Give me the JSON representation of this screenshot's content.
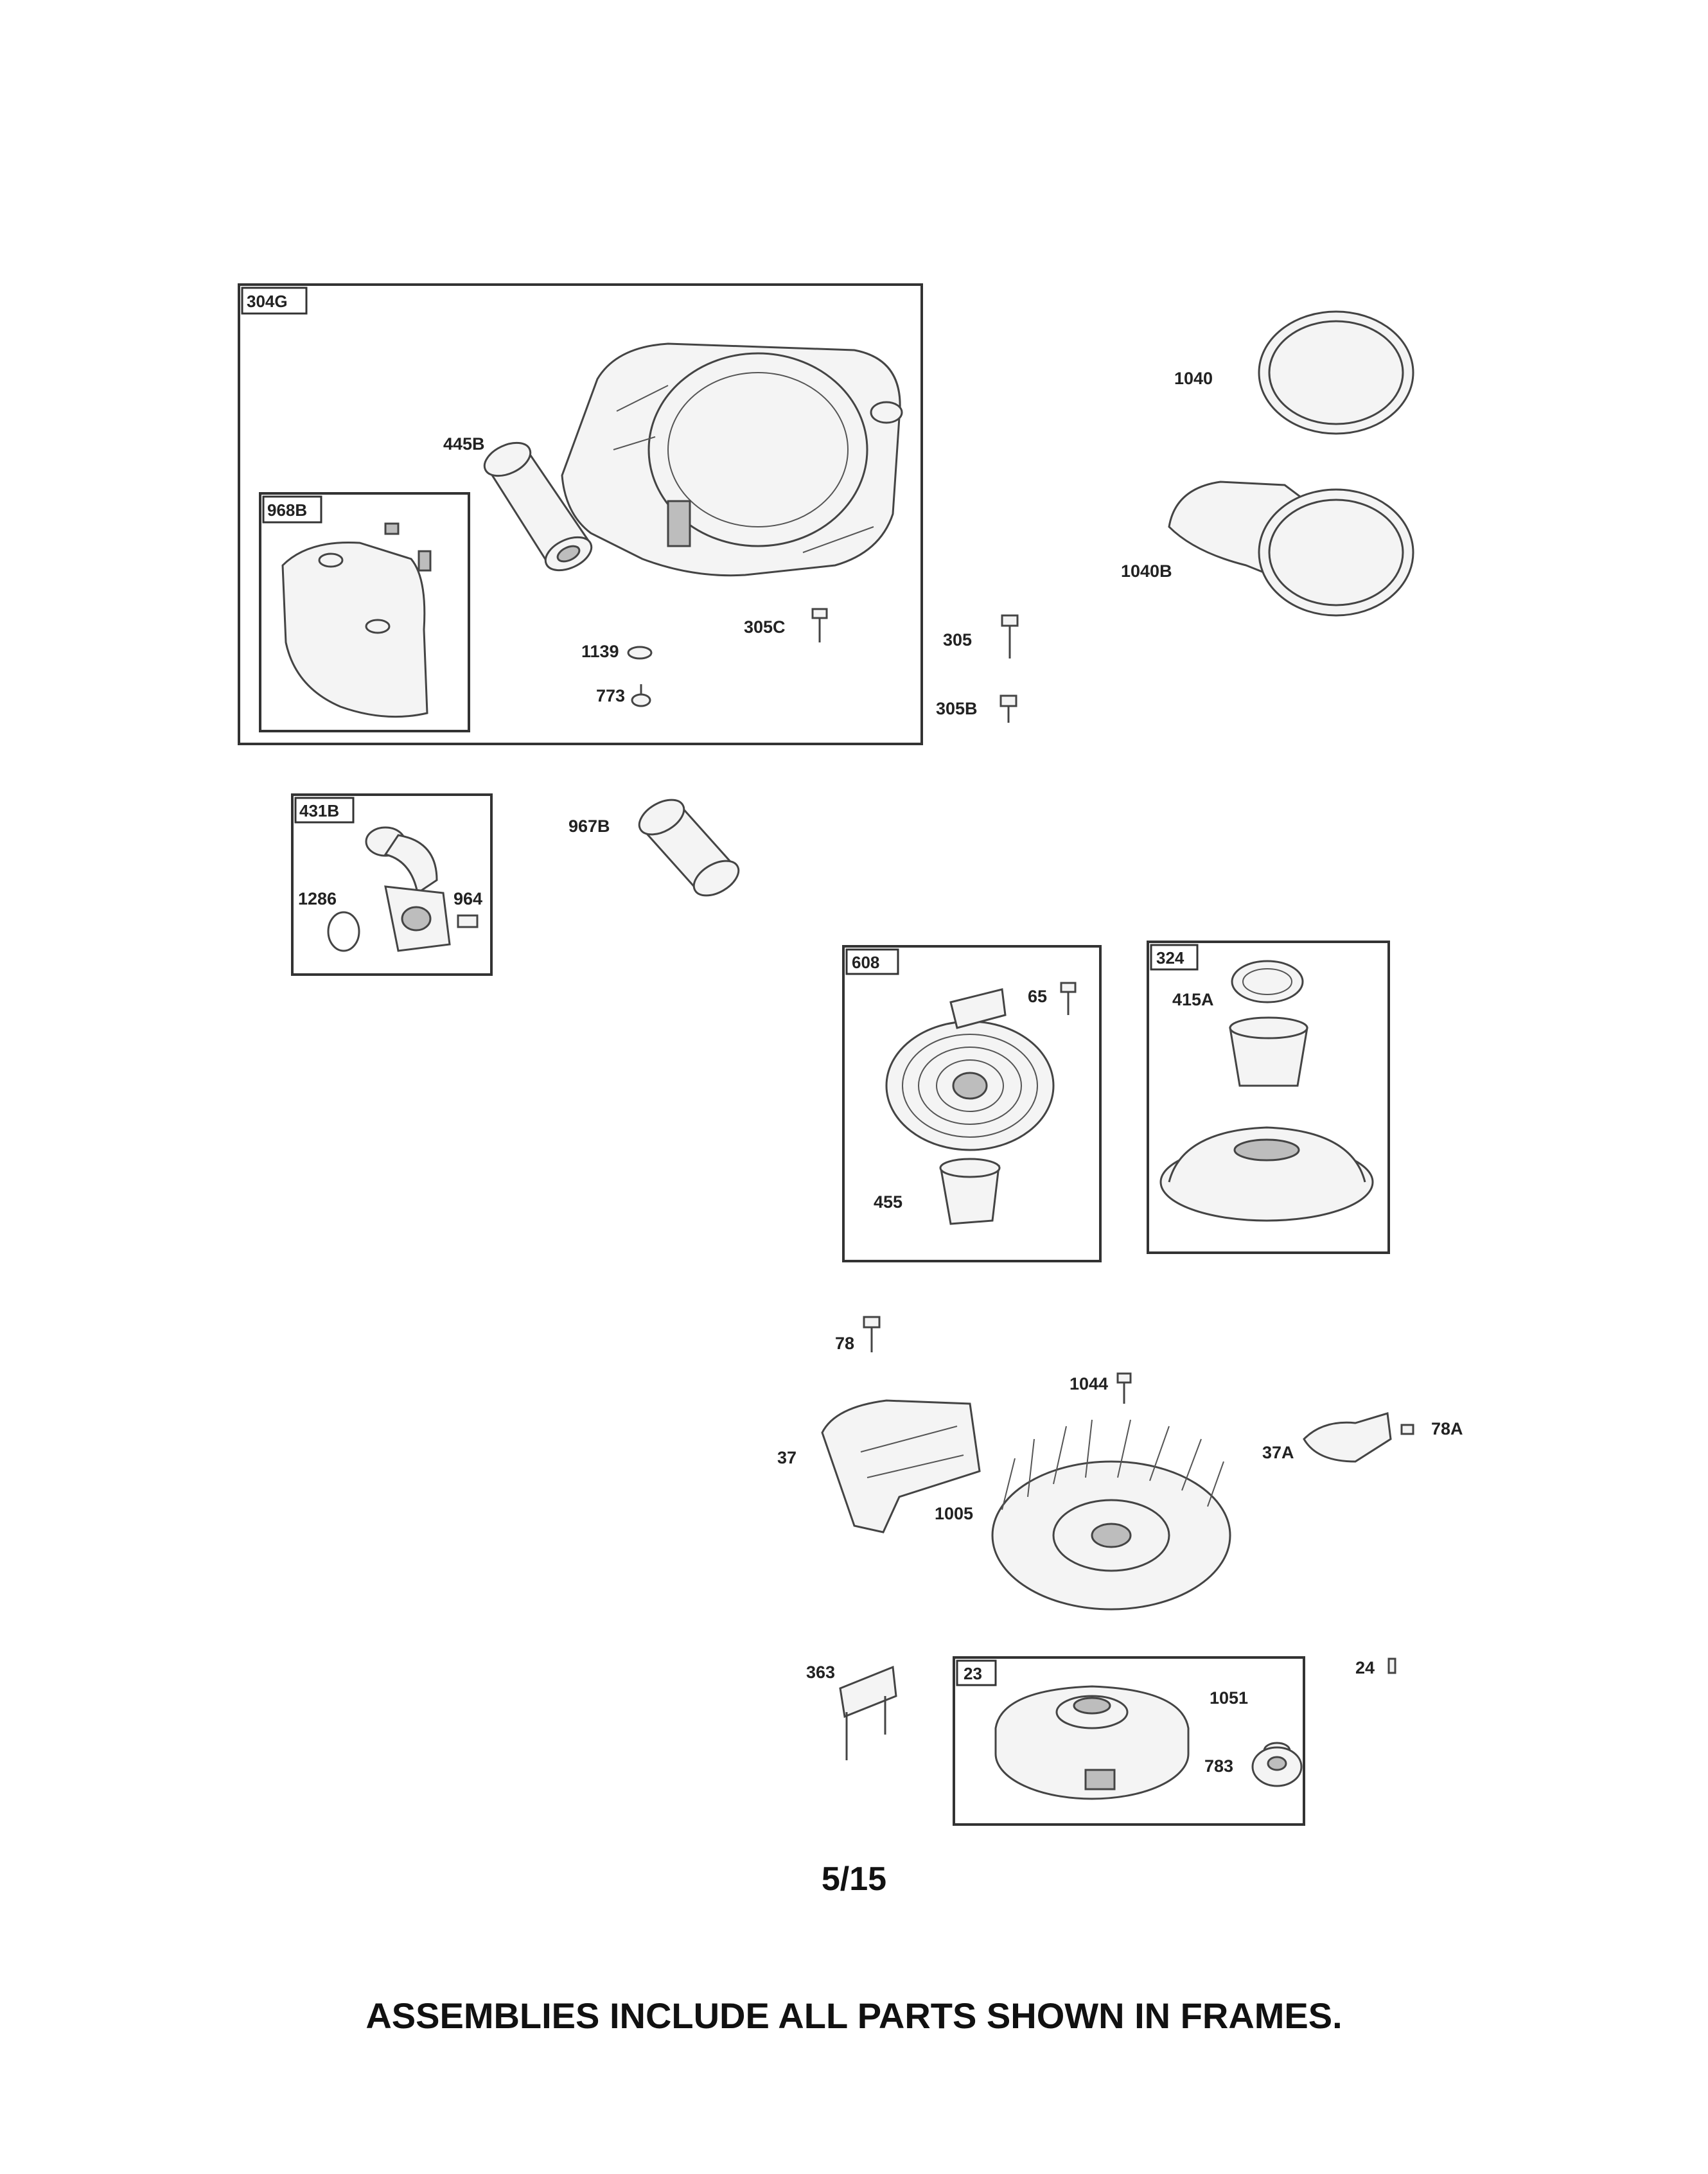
{
  "frames": {
    "f304G": "304G",
    "f968B": "968B",
    "f431B": "431B",
    "f608": "608",
    "f324": "324",
    "f23": "23"
  },
  "parts": {
    "p445B": "445B",
    "p1139": "1139",
    "p773": "773",
    "p305C": "305C",
    "p305": "305",
    "p305B": "305B",
    "p1040": "1040",
    "p1040B": "1040B",
    "p967B": "967B",
    "p1286": "1286",
    "p964": "964",
    "p65": "65",
    "p455": "455",
    "p415A": "415A",
    "p78": "78",
    "p1044": "1044",
    "p37": "37",
    "p37A": "37A",
    "p78A": "78A",
    "p1005": "1005",
    "p363": "363",
    "p1051": "1051",
    "p783": "783",
    "p24": "24"
  },
  "page_number": "5/15",
  "footer_note": "ASSEMBLIES INCLUDE ALL PARTS SHOWN IN FRAMES."
}
